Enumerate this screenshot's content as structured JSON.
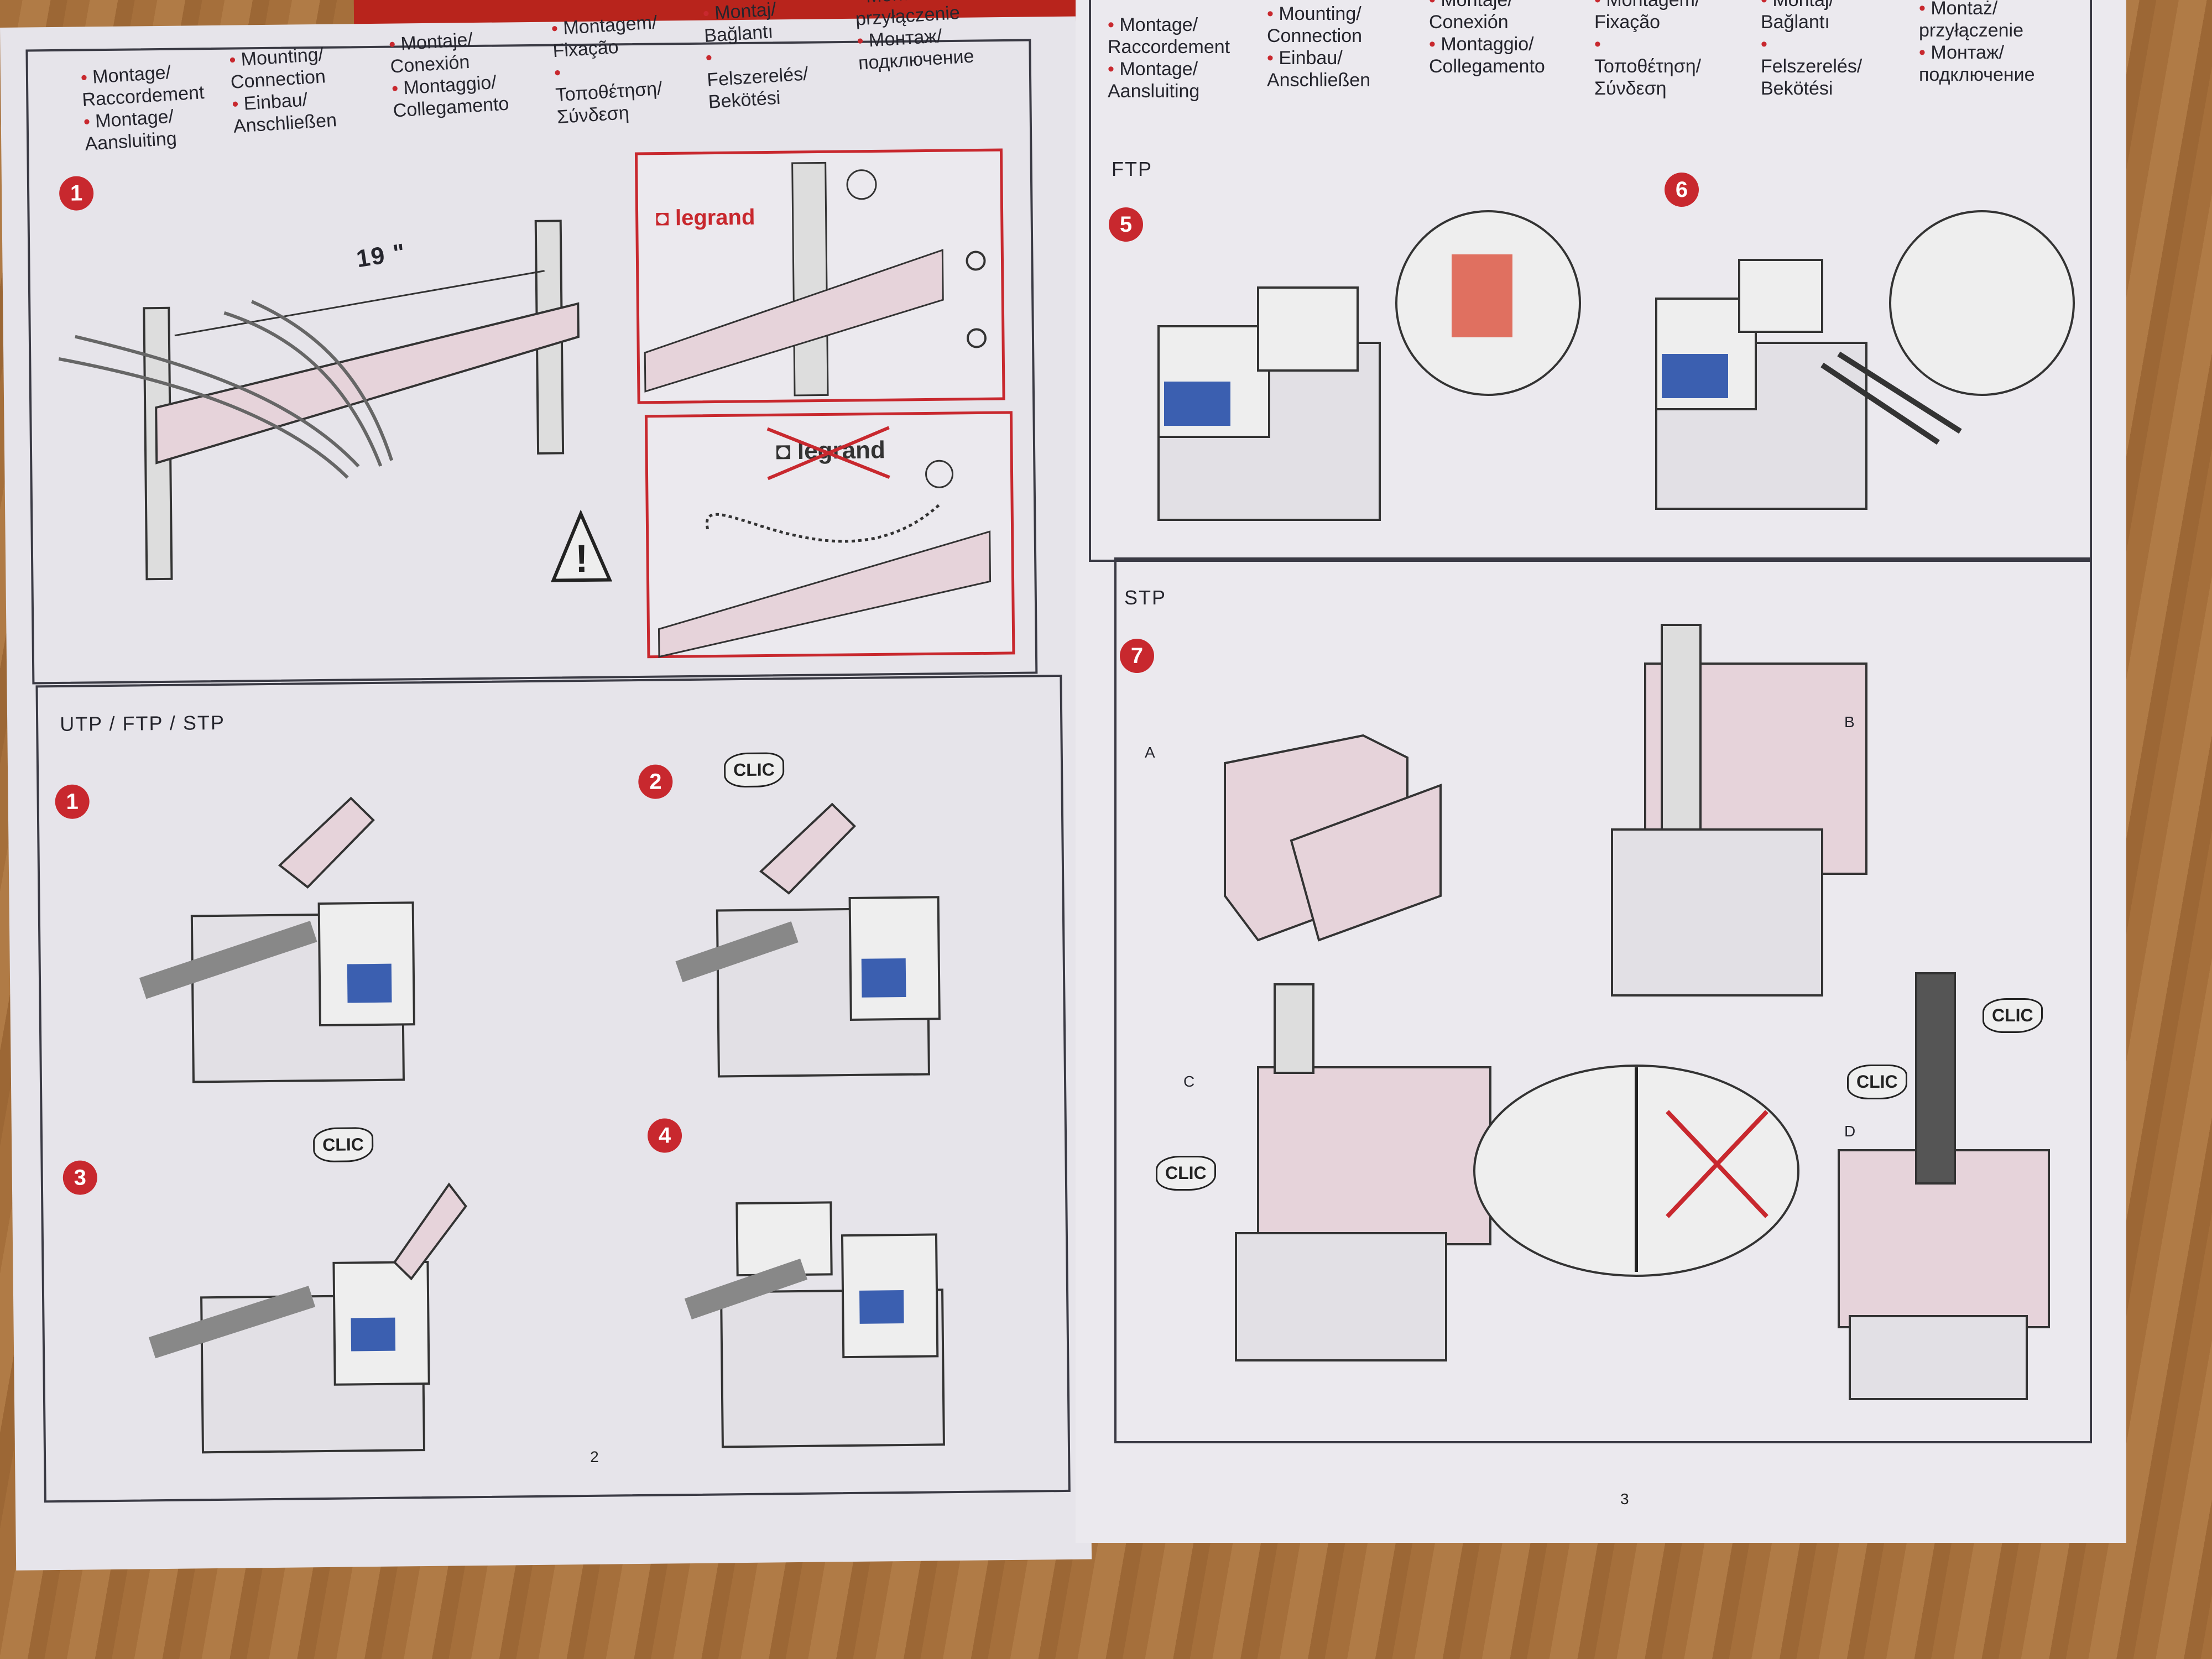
{
  "header_left": [
    [
      "Montage/",
      "Raccordement",
      "Montage/",
      "Aansluiting"
    ],
    [
      "Mounting/",
      "Connection",
      "Einbau/",
      "Anschließen"
    ],
    [
      "Montaje/",
      "Conexión",
      "Montaggio/",
      "Collegamento"
    ],
    [
      "Montagem/",
      "Fixação",
      "Τοποθέτηση/",
      "Σύνδεση"
    ],
    [
      "Montaj/",
      "Bağlantı",
      "Felszerelés/",
      "Bekötési"
    ],
    [
      "Montaż/",
      "przyłączenie",
      "Монтаж/",
      "подключение"
    ]
  ],
  "header_right": [
    [
      "Montage/",
      "Raccordement",
      "Montage/",
      "Aansluiting"
    ],
    [
      "Mounting/",
      "Connection",
      "Einbau/",
      "Anschließen"
    ],
    [
      "Montaje/",
      "Conexión",
      "Montaggio/",
      "Collegamento"
    ],
    [
      "Montagem/",
      "Fixação",
      "Τοποθέτηση/",
      "Σύνδεση"
    ],
    [
      "Montaj/",
      "Bağlantı",
      "Felszerelés/",
      "Bekötési"
    ],
    [
      "Montaż/",
      "przyłączenie",
      "Монтаж/",
      "подключение"
    ]
  ],
  "left_page": {
    "rack_step": "1",
    "rack_width": "19 \"",
    "brand": "legrand",
    "section": "UTP / FTP / STP",
    "steps": [
      "1",
      "2",
      "3",
      "4"
    ],
    "page_number": "2"
  },
  "right_page": {
    "ftp_label": "FTP",
    "stp_label": "STP",
    "steps": [
      "5",
      "6",
      "7"
    ],
    "page_number": "3"
  },
  "callouts": {
    "a": "A",
    "b": "B",
    "c": "C",
    "d": "D",
    "clic": "CLIC"
  },
  "colors": {
    "accent": "#c8282e",
    "ink": "#25252d",
    "paper": "#e9e7ec"
  }
}
